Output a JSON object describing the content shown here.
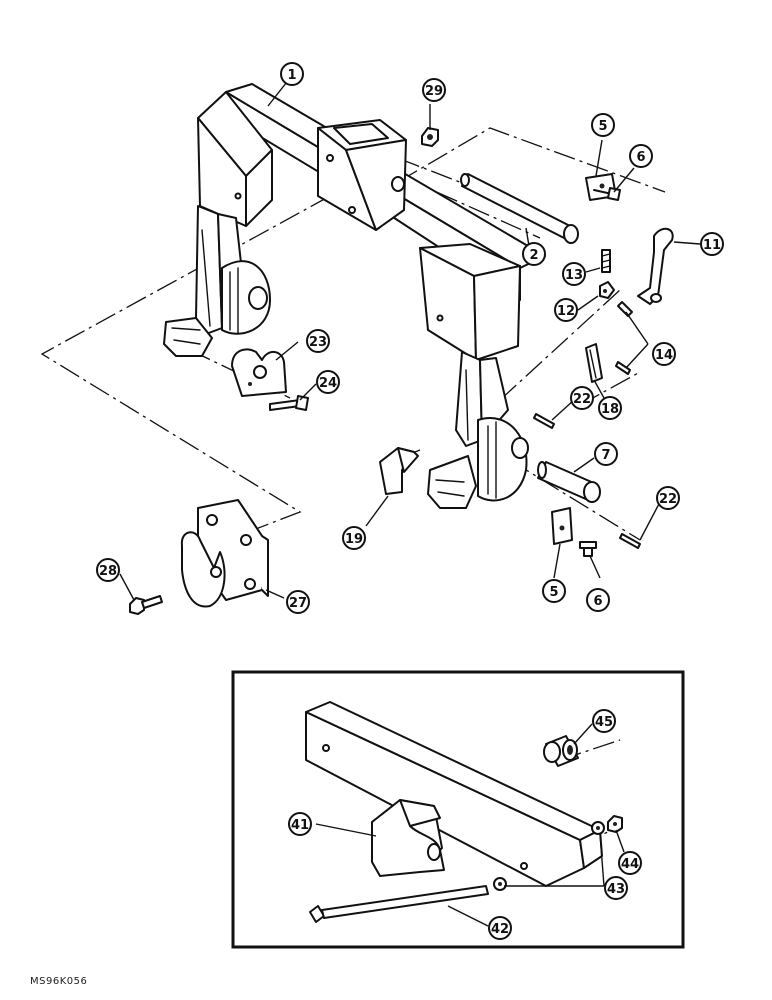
{
  "drawing_code": "MS96K056",
  "callouts": [
    "1",
    "29",
    "5",
    "6",
    "2",
    "11",
    "13",
    "12",
    "14",
    "18",
    "22",
    "23",
    "24",
    "7",
    "22",
    "19",
    "5",
    "6",
    "28",
    "27",
    "45",
    "41",
    "44",
    "43",
    "42"
  ]
}
